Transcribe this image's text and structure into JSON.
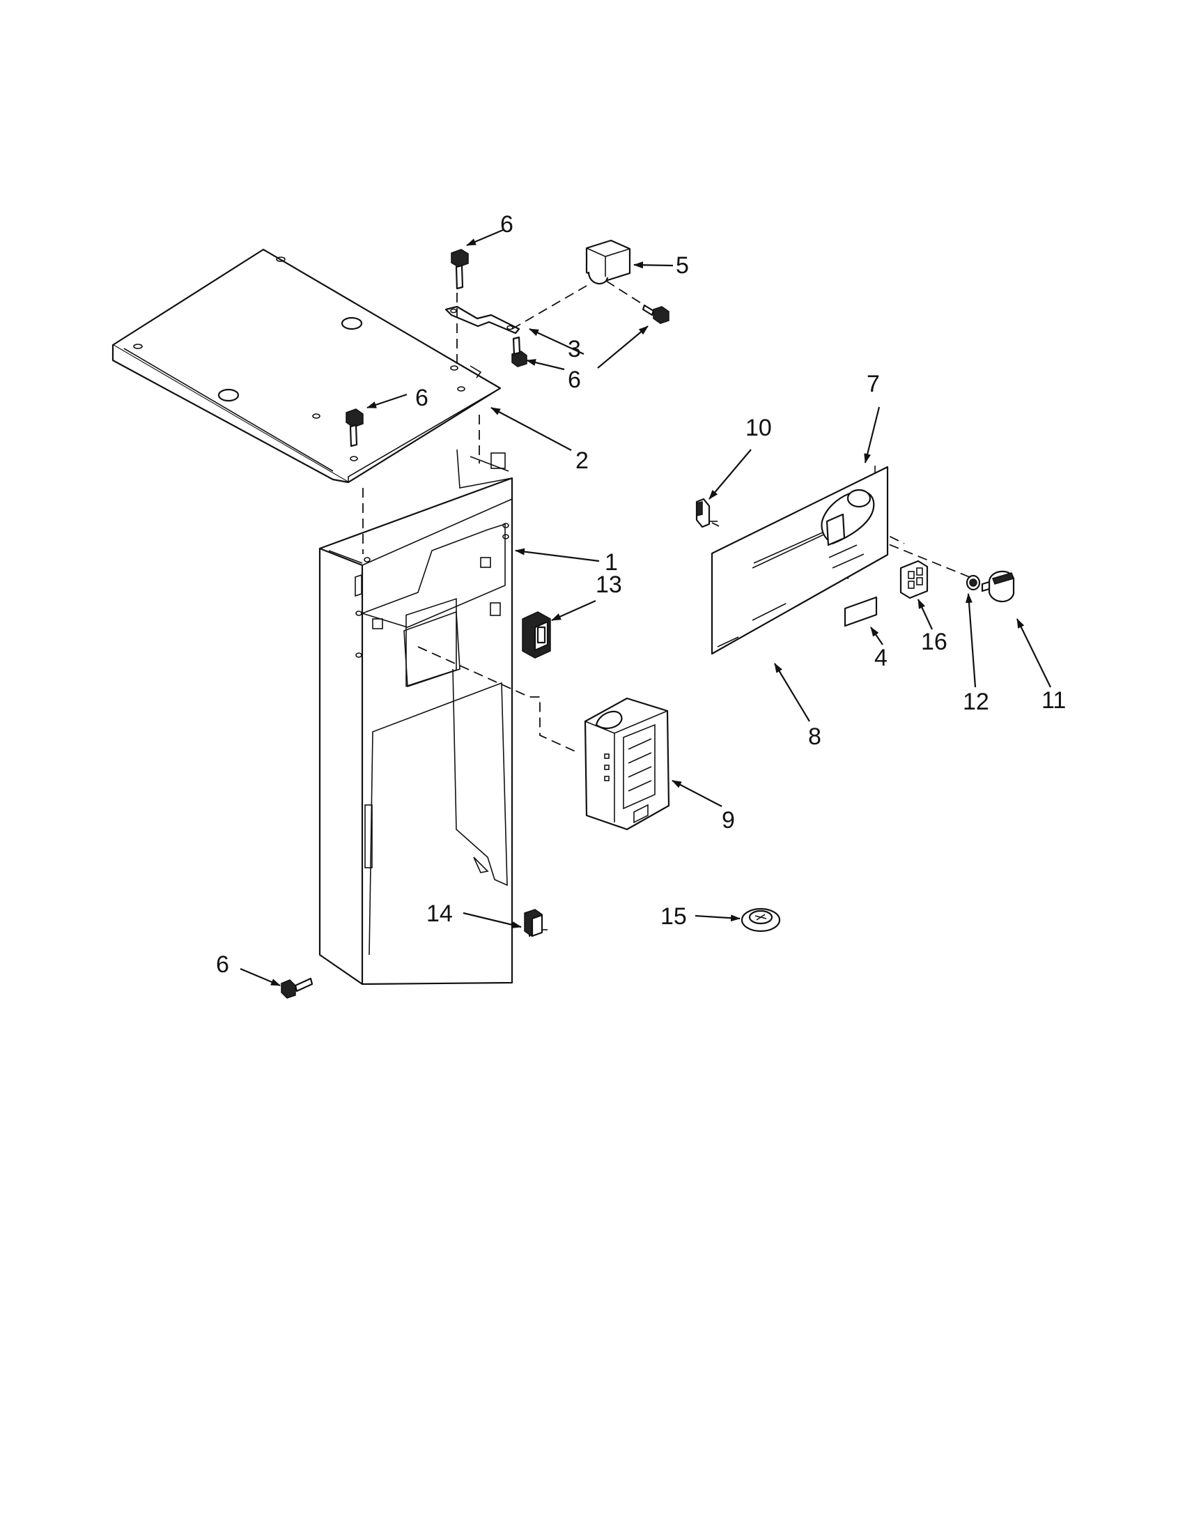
{
  "callouts": [
    {
      "id": "c1",
      "label": "1"
    },
    {
      "id": "c2",
      "label": "2"
    },
    {
      "id": "c3",
      "label": "3"
    },
    {
      "id": "c4",
      "label": "4"
    },
    {
      "id": "c5",
      "label": "5"
    },
    {
      "id": "c6a",
      "label": "6"
    },
    {
      "id": "c6b",
      "label": "6"
    },
    {
      "id": "c6c",
      "label": "6"
    },
    {
      "id": "c6d",
      "label": "6"
    },
    {
      "id": "c7",
      "label": "7"
    },
    {
      "id": "c8",
      "label": "8"
    },
    {
      "id": "c9",
      "label": "9"
    },
    {
      "id": "c10",
      "label": "10"
    },
    {
      "id": "c11",
      "label": "11"
    },
    {
      "id": "c12",
      "label": "12"
    },
    {
      "id": "c13",
      "label": "13"
    },
    {
      "id": "c14",
      "label": "14"
    },
    {
      "id": "c15",
      "label": "15"
    },
    {
      "id": "c16",
      "label": "16"
    }
  ]
}
